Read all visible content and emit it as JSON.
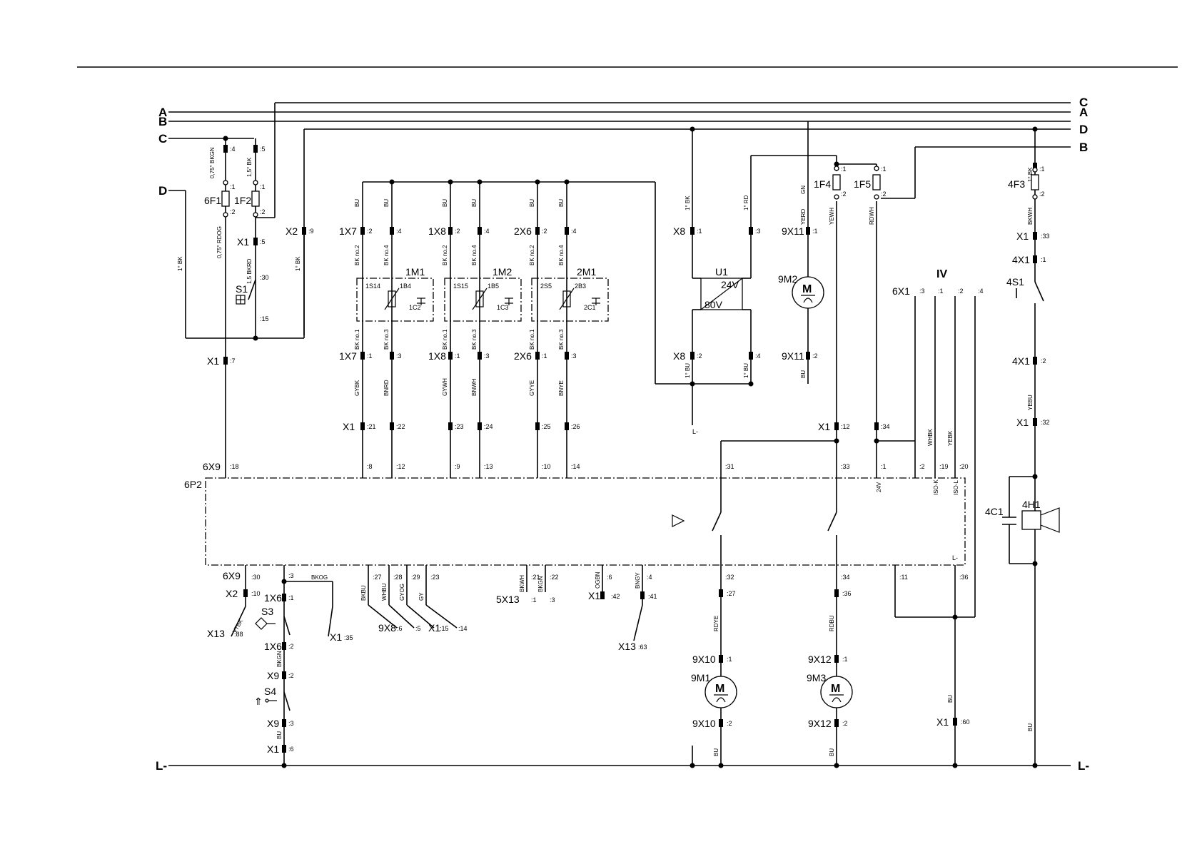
{
  "bus_labels": {
    "a_left": "A",
    "b_left": "B",
    "c_left": "C",
    "d_left": "D",
    "lneg_left": "L-",
    "c_right": "C",
    "a_right": "A",
    "d_right": "D",
    "b_right": "B",
    "lneg_right": "L-"
  },
  "components": {
    "fuse_6F1": "6F1",
    "fuse_1F2": "1F2",
    "fuse_1F4": "1F4",
    "fuse_1F5": "1F5",
    "fuse_4F3": "4F3",
    "switch_S1": "S1",
    "switch_S3": "S3",
    "switch_S4": "S4",
    "switch_4S1": "4S1",
    "motor_1M1": "1M1",
    "motor_1M2": "1M2",
    "motor_2M1": "2M1",
    "motor_9M2": "9M2",
    "motor_9M1": "9M1",
    "motor_9M3": "9M3",
    "converter_U1": "U1",
    "u1_out": "24V",
    "u1_in": "80V",
    "unit_6P2": "6P2",
    "group_IV": "IV",
    "cap_4C1": "4C1",
    "horn_4H1": "4H1",
    "sensor_1S14": "1S14",
    "sensor_1B4": "1B4",
    "cap_1C2": "1C2",
    "sensor_1S15": "1S15",
    "sensor_1B5": "1B5",
    "cap_1C3": "1C3",
    "sensor_2S5": "2S5",
    "sensor_2B3": "2B3",
    "cap_2C1": "2C1"
  },
  "connectors": {
    "X1": "X1",
    "X2": "X2",
    "X8": "X8",
    "X9": "X9",
    "X13": "X13",
    "1X7": "1X7",
    "1X8": "1X8",
    "2X6": "2X6",
    "9X11": "9X11",
    "9X10": "9X10",
    "9X12": "9X12",
    "6X9": "6X9",
    "6X1": "6X1",
    "4X1": "4X1",
    "1X6": "1X6",
    "5X13": "5X13",
    "9X8": "9X8",
    "X1_35": "X1",
    "X1_15": "X1"
  },
  "pins": {
    "p4": ":4",
    "p5": ":5",
    "p1": ":1",
    "p2": ":2",
    "p3": ":3",
    "p6": ":6",
    "p7": ":7",
    "p9": ":9",
    "p10": ":10",
    "p11": ":11",
    "p12": ":12",
    "p13": ":13",
    "p14": ":14",
    "p15": ":15",
    "p18": ":18",
    "p19": ":19",
    "p20": ":20",
    "p21": ":21",
    "p22": ":22",
    "p23": ":23",
    "p24": ":24",
    "p25": ":25",
    "p26": ":26",
    "p27": ":27",
    "p28": ":28",
    "p29": ":29",
    "p30": ":30",
    "p31": ":31",
    "p32": ":32",
    "p33": ":33",
    "p34": ":34",
    "p35": ":35",
    "p36": ":36",
    "p41": ":41",
    "p42": ":42",
    "p63": ":63",
    "p88": ":88",
    "p8": ":8",
    "p60": ":60"
  },
  "wires": {
    "w_075_bkgn": "0,75° BKGN",
    "w_15_bk": "1,5° BK",
    "w_075_rdog": "0,75° RDOG",
    "w_15_bkrd": "1,5 BKRD",
    "w_1bk": "1° BK",
    "bu": "BU",
    "bk_no2": "BK no.2",
    "bk_no4": "BK no.4",
    "bk_no1": "BK no.1",
    "bk_no3": "BK no.3",
    "gybk": "GYBK",
    "bnrd": "BNRD",
    "gywh": "GYWH",
    "bnwh": "BNWH",
    "gyye": "GYYE",
    "bnye": "BNYE",
    "w_1rd": "1° RD",
    "w_1bu": "1° BU",
    "gn": "GN",
    "yerd": "YERD",
    "yewh": "YEWH",
    "rdwh": "RDWH",
    "bkwh": "BKWH",
    "yebu": "YEBU",
    "whbk": "WHBK",
    "yebk": "YEBK",
    "v24": "24V",
    "iso_k": "ISO-K",
    "iso_l": "ISO-L",
    "l_minus": "L-",
    "bkog": "BKOG",
    "vtbk": "VTBK",
    "bkbu": "BKBU",
    "whbu": "WHBU",
    "gyog": "GYOG",
    "gy": "GY",
    "bkgn": "BKGN",
    "ogbn": "OGBN",
    "bngy": "BNGY",
    "rdye": "RDYE",
    "rdbu": "RDBU"
  }
}
